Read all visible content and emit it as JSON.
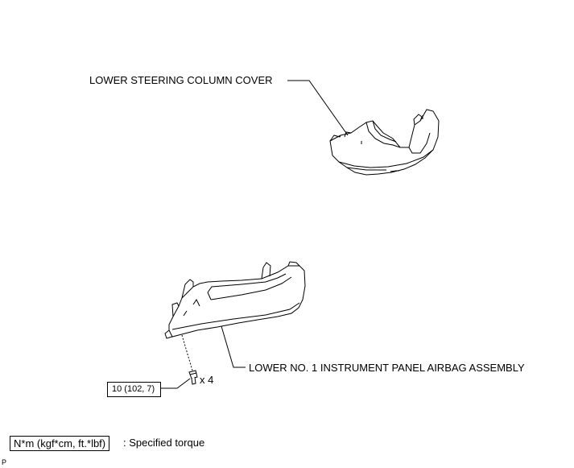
{
  "parts": {
    "lower_steering_column_cover": "LOWER STEERING COLUMN COVER",
    "lower_airbag_assembly": "LOWER NO. 1 INSTRUMENT PANEL AIRBAG ASSEMBLY"
  },
  "fastener": {
    "torque": "10 (102, 7)",
    "quantity": "x 4"
  },
  "legend": {
    "symbol": "N*m (kgf*cm, ft.*lbf)",
    "description": ": Specified torque"
  },
  "figure_code": "P"
}
